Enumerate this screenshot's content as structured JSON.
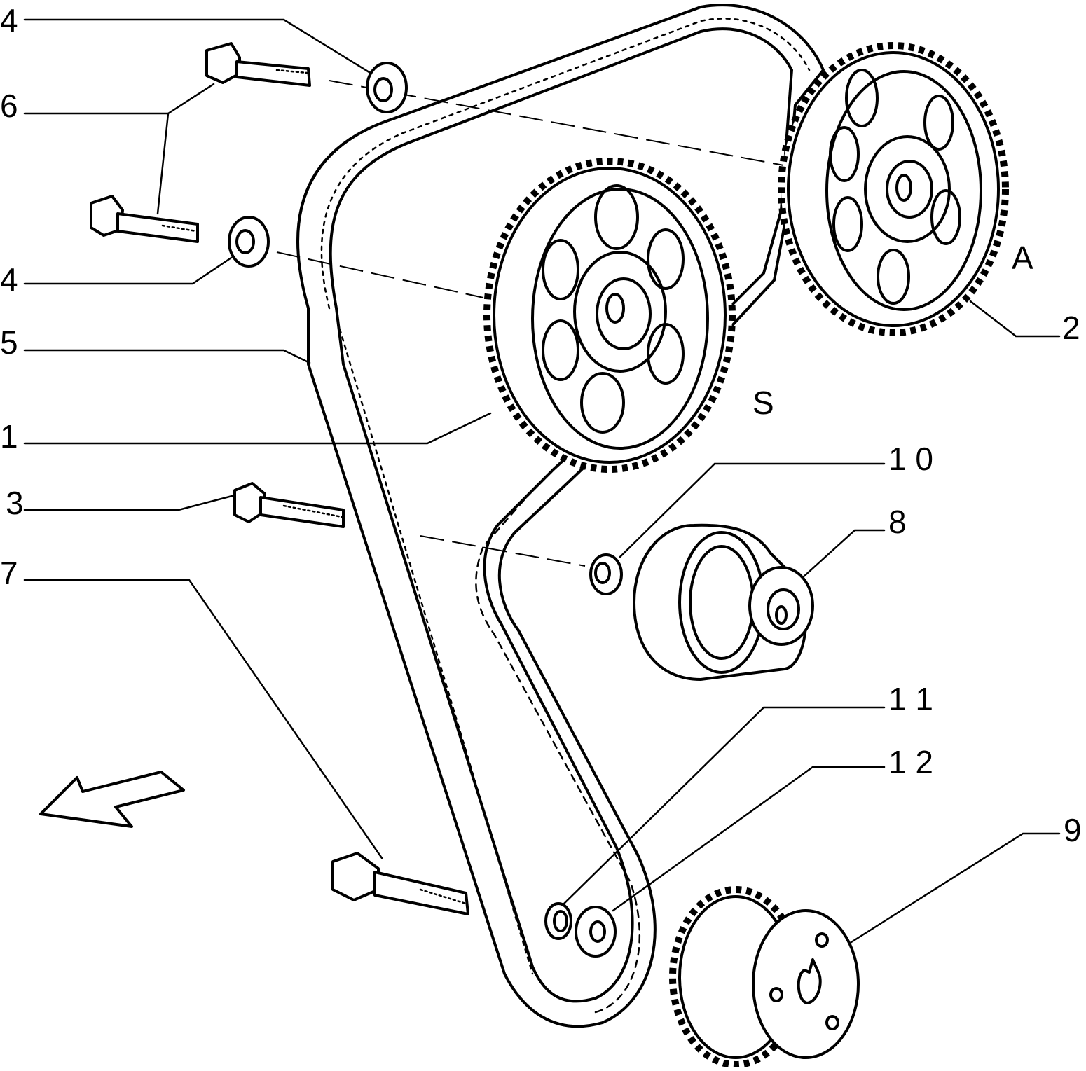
{
  "callouts": {
    "c4_top": "4",
    "c6": "6",
    "c4_mid": "4",
    "c5": "5",
    "c1": "1",
    "c3": "3",
    "c7": "7",
    "c10": "1 0",
    "c8": "8",
    "c11": "1 1",
    "c12": "1 2",
    "c9": "9",
    "c2": "2"
  },
  "annotations": {
    "a_label": "A",
    "s_label": "S"
  },
  "colors": {
    "ink": "#000000",
    "paper": "#ffffff"
  },
  "icons": {
    "direction_arrow": "arrow-left-down-icon"
  }
}
